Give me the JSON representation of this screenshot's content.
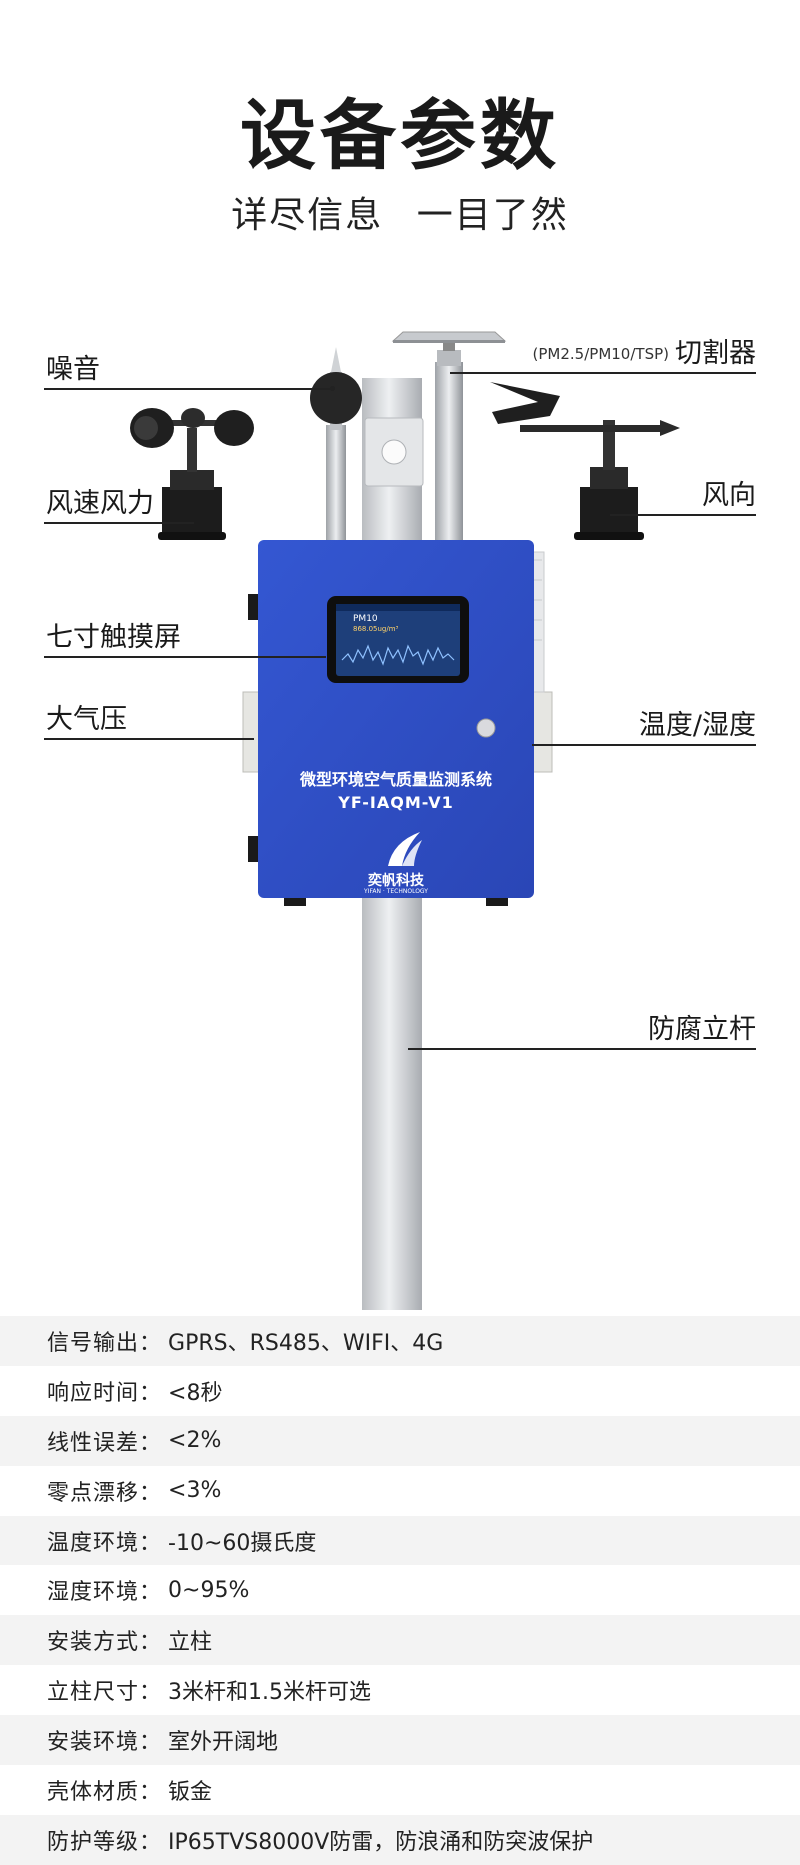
{
  "header": {
    "title": "设备参数",
    "subtitle_left": "详尽信息",
    "subtitle_right": "一目了然"
  },
  "callouts": {
    "noise": "噪音",
    "wind_speed": "风速风力",
    "touchscreen": "七寸触摸屏",
    "pressure": "大气压",
    "cutter_note": "(PM2.5/PM10/TSP)",
    "cutter": "切割器",
    "wind_direction": "风向",
    "temp_humidity": "温度/湿度",
    "pole": "防腐立杆"
  },
  "device": {
    "name": "微型环境空气质量监测系统",
    "model": "YF-IAQM-V1",
    "brand": "奕帆科技",
    "brand_en": "YIFAN · TECHNOLOGY",
    "screen_label": "PM10",
    "screen_value": "868.05ug/m³",
    "body_color": "#2f50c8"
  },
  "specs": [
    {
      "label": "信号输出：",
      "value": "GPRS、RS485、WIFI、4G"
    },
    {
      "label": "响应时间：",
      "value": "<8秒"
    },
    {
      "label": "线性误差：",
      "value": "<2%"
    },
    {
      "label": "零点漂移：",
      "value": "<3%"
    },
    {
      "label": "温度环境：",
      "value": "-10~60摄氏度"
    },
    {
      "label": "湿度环境：",
      "value": "0~95%"
    },
    {
      "label": "安装方式：",
      "value": "立柱"
    },
    {
      "label": "立柱尺寸：",
      "value": "3米杆和1.5米杆可选"
    },
    {
      "label": "安装环境：",
      "value": "室外开阔地"
    },
    {
      "label": "壳体材质：",
      "value": "钣金"
    },
    {
      "label": "防护等级：",
      "value": "IP65TVS8000V防雷，防浪涌和防突波保护"
    }
  ]
}
